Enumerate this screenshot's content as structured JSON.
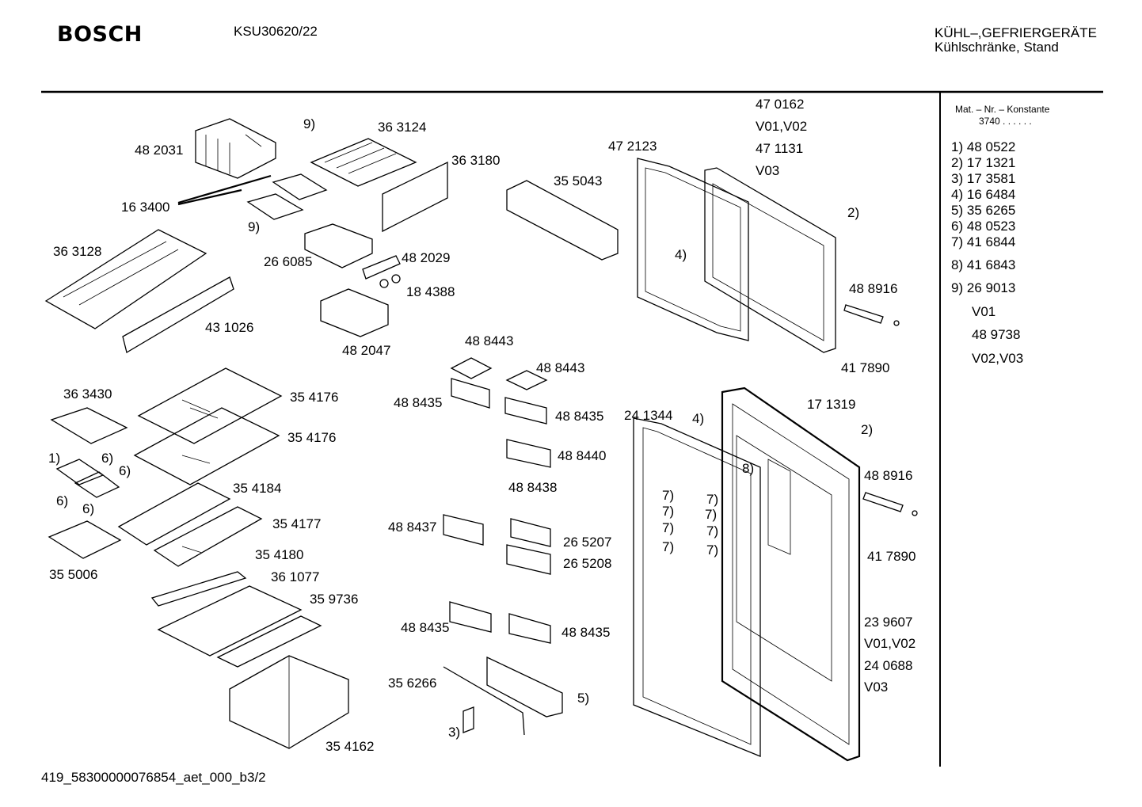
{
  "header": {
    "brand": "BOSCH",
    "model": "KSU30620/22",
    "category_line1": "KÜHL–,GEFRIERGERÄTE",
    "category_line2": "Kühlschränke, Stand"
  },
  "footer": {
    "doc_id": "419_58300000076854_aet_000_b",
    "page": "3/2"
  },
  "legend": {
    "title": "Mat. – Nr. – Konstante",
    "constant": "3740  .  .    .  .  .  .",
    "items": [
      {
        "key": "1)",
        "value": "48 0522"
      },
      {
        "key": "2)",
        "value": "17 1321"
      },
      {
        "key": "3)",
        "value": "17 3581"
      },
      {
        "key": "4)",
        "value": "16 6484"
      },
      {
        "key": "5)",
        "value": "35 6265"
      },
      {
        "key": "6)",
        "value": "48 0523"
      },
      {
        "key": "7)",
        "value": "41 6844"
      },
      {
        "key": "8)",
        "value": "41 6843"
      },
      {
        "key": "9)",
        "value": "26 9013"
      }
    ],
    "variants": [
      "V01",
      "48 9738",
      "V02,V03"
    ]
  },
  "labels": [
    "48 2031",
    "9)",
    "36 3124",
    "36 3180",
    "16 3400",
    "9)",
    "26 6085",
    "48 2029",
    "18 4388",
    "36 3128",
    "43 1026",
    "48 2047",
    "35 5043",
    "47 2123",
    "47 0162",
    "V01,V02",
    "47 1131",
    "V03",
    "2)",
    "4)",
    "48 8916",
    "41 7890",
    "48 8443",
    "48 8443",
    "48 8435",
    "48 8435",
    "48 8440",
    "48 8438",
    "36 3430",
    "35 4176",
    "35 4176",
    "1)",
    "6)",
    "6)",
    "6)",
    "6)",
    "35 4184",
    "35 4177",
    "35 5006",
    "35 4180",
    "36 1077",
    "35 9736",
    "35 4162",
    "48 8437",
    "26 5207",
    "26 5208",
    "48 8435",
    "48 8435",
    "35 6266",
    "5)",
    "3)",
    "24 1344",
    "4)",
    "17 1319",
    "2)",
    "8)",
    "48 8916",
    "41 7890",
    "7)",
    "7)",
    "7)",
    "7)",
    "7)",
    "7)",
    "7)",
    "7)",
    "23 9607",
    "V01,V02",
    "24 0688",
    "V03"
  ]
}
